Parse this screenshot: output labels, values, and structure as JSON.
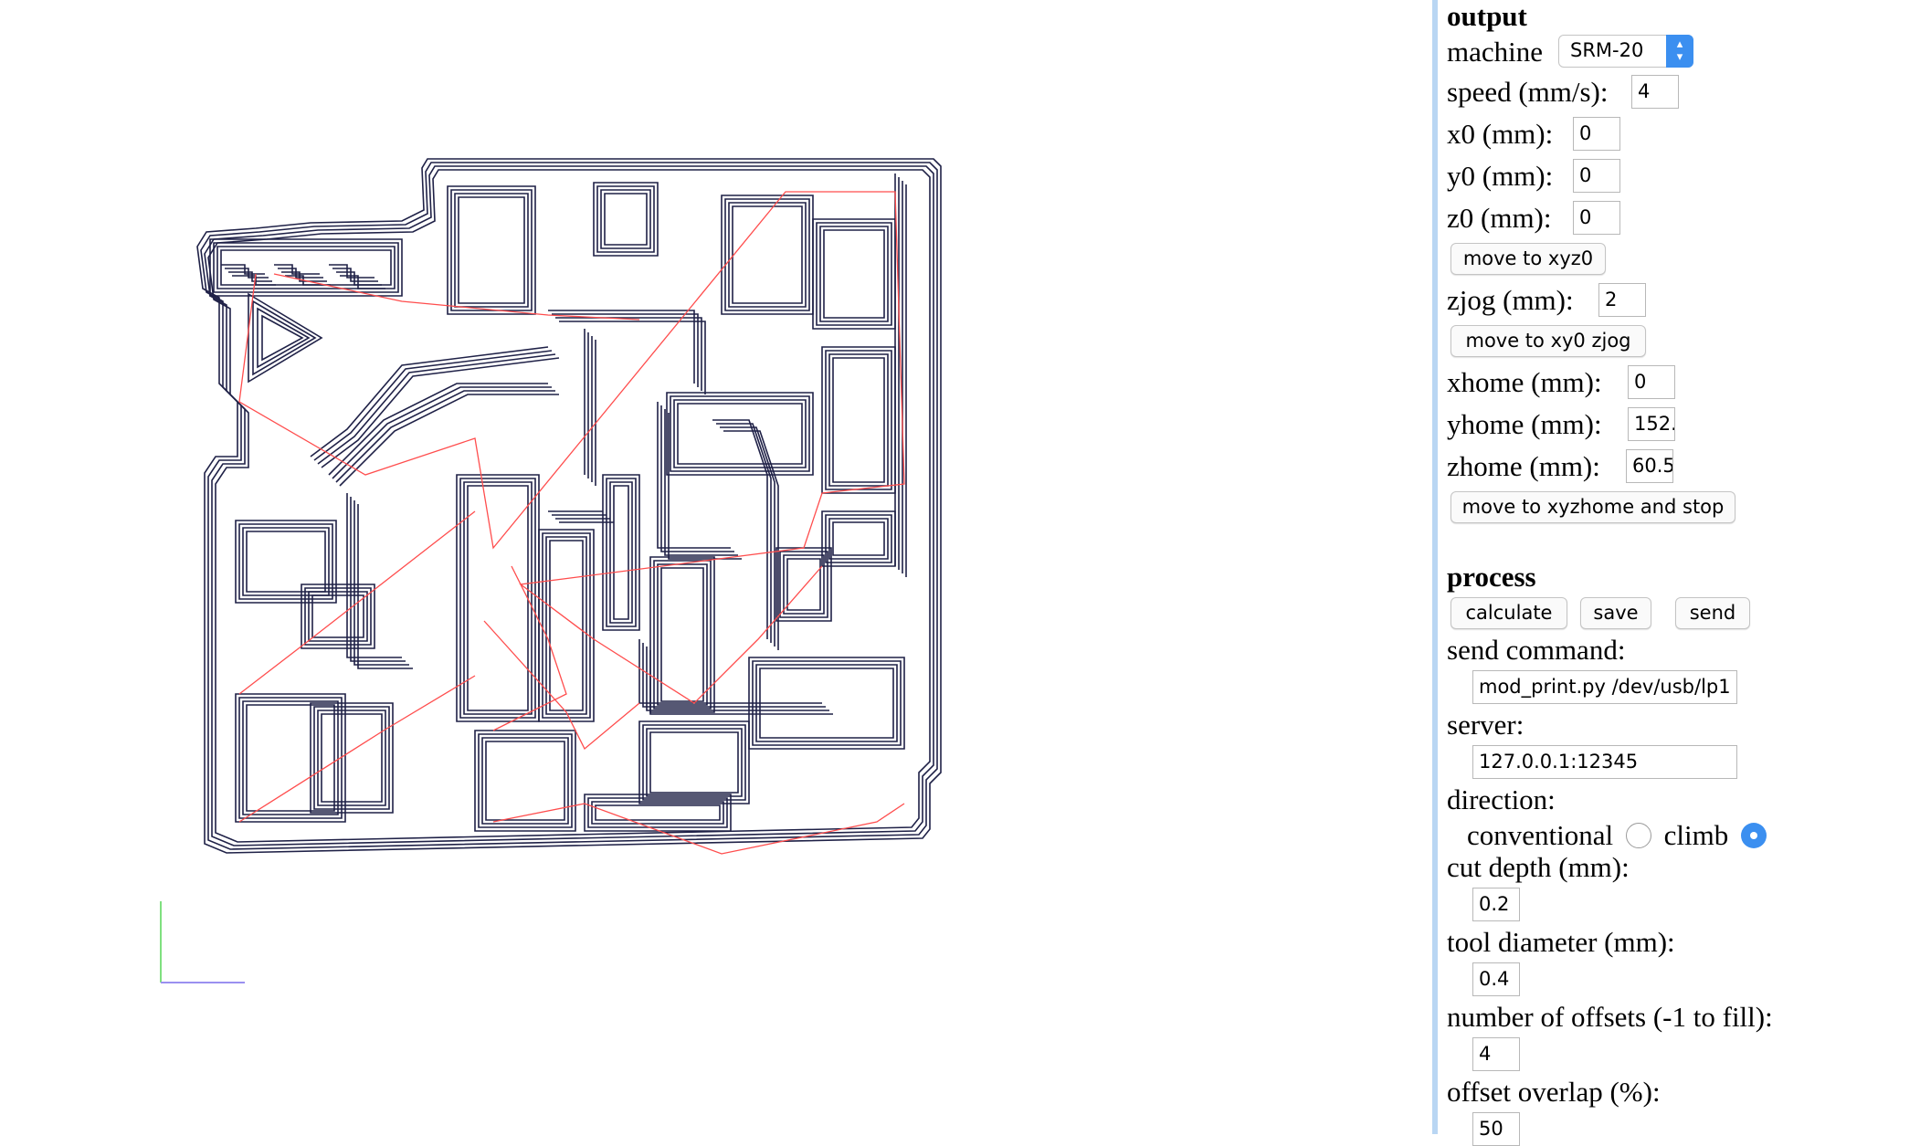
{
  "colors": {
    "toolpath": "#1f2147",
    "jog_moves": "#ff4d4d",
    "axis_y": "#7fe07f",
    "axis_x": "#9a90f0",
    "panel_divider": "#b9d6f3",
    "accent": "#3b8ff0"
  },
  "output": {
    "heading": "output",
    "machine_label": "machine",
    "machine_value": "SRM-20",
    "speed_label": "speed (mm/s):",
    "speed_value": "4",
    "x0_label": "x0 (mm):",
    "x0_value": "0",
    "y0_label": "y0 (mm):",
    "y0_value": "0",
    "z0_label": "z0 (mm):",
    "z0_value": "0",
    "move_xyz0_label": "move to xyz0",
    "zjog_label": "zjog (mm):",
    "zjog_value": "2",
    "move_xy0_zjog_label": "move to xy0 zjog",
    "xhome_label": "xhome (mm):",
    "xhome_value": "0",
    "yhome_label": "yhome (mm):",
    "yhome_value": "152.",
    "zhome_label": "zhome (mm):",
    "zhome_value": "60.5",
    "move_xyzhome_label": "move to xyzhome and stop"
  },
  "process": {
    "heading": "process",
    "calculate_label": "calculate",
    "save_label": "save",
    "send_label": "send",
    "send_command_label": "send command:",
    "send_command_value": "mod_print.py /dev/usb/lp1",
    "server_label": "server:",
    "server_value": "127.0.0.1:12345",
    "direction_label": "direction:",
    "direction_conventional": "conventional",
    "direction_climb": "climb",
    "direction_selected": "climb",
    "cut_depth_label": "cut depth (mm):",
    "cut_depth_value": "0.2",
    "tool_diameter_label": "tool diameter (mm):",
    "tool_diameter_value": "0.4",
    "offsets_label": "number of offsets (-1 to fill):",
    "offsets_value": "4",
    "offset_overlap_label": "offset overlap (%):",
    "offset_overlap_value": "50"
  }
}
